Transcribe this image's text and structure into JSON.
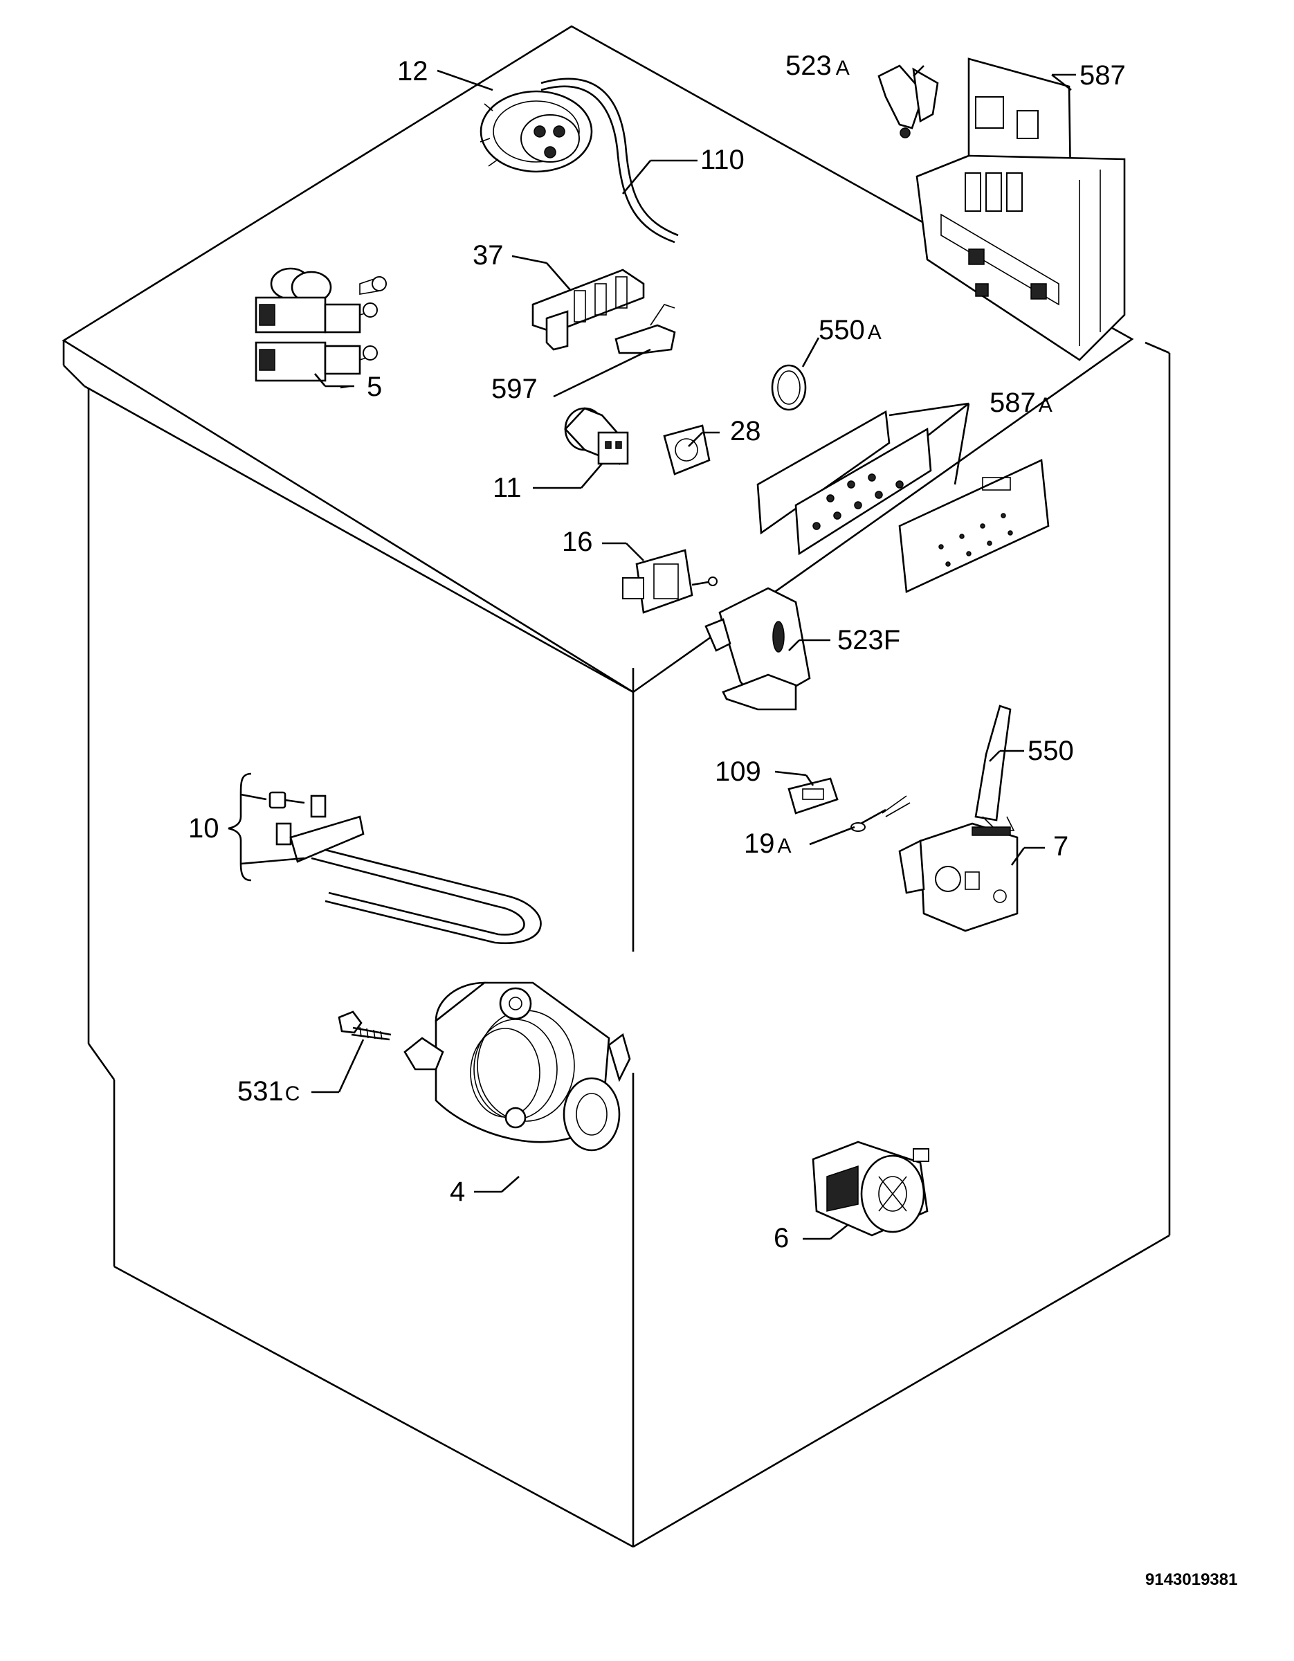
{
  "document_number": "9143019381",
  "parts": [
    {
      "ref": "12",
      "suffix": ""
    },
    {
      "ref": "110",
      "suffix": ""
    },
    {
      "ref": "523",
      "suffix": "A"
    },
    {
      "ref": "587",
      "suffix": ""
    },
    {
      "ref": "37",
      "suffix": ""
    },
    {
      "ref": "5",
      "suffix": ""
    },
    {
      "ref": "550",
      "suffix": "A"
    },
    {
      "ref": "597",
      "suffix": ""
    },
    {
      "ref": "587",
      "suffix": "A"
    },
    {
      "ref": "28",
      "suffix": ""
    },
    {
      "ref": "11",
      "suffix": ""
    },
    {
      "ref": "16",
      "suffix": ""
    },
    {
      "ref": "523F",
      "suffix": ""
    },
    {
      "ref": "550",
      "suffix": ""
    },
    {
      "ref": "109",
      "suffix": ""
    },
    {
      "ref": "10",
      "suffix": ""
    },
    {
      "ref": "19",
      "suffix": "A"
    },
    {
      "ref": "7",
      "suffix": ""
    },
    {
      "ref": "531",
      "suffix": "C"
    },
    {
      "ref": "4",
      "suffix": ""
    },
    {
      "ref": "6",
      "suffix": ""
    }
  ]
}
